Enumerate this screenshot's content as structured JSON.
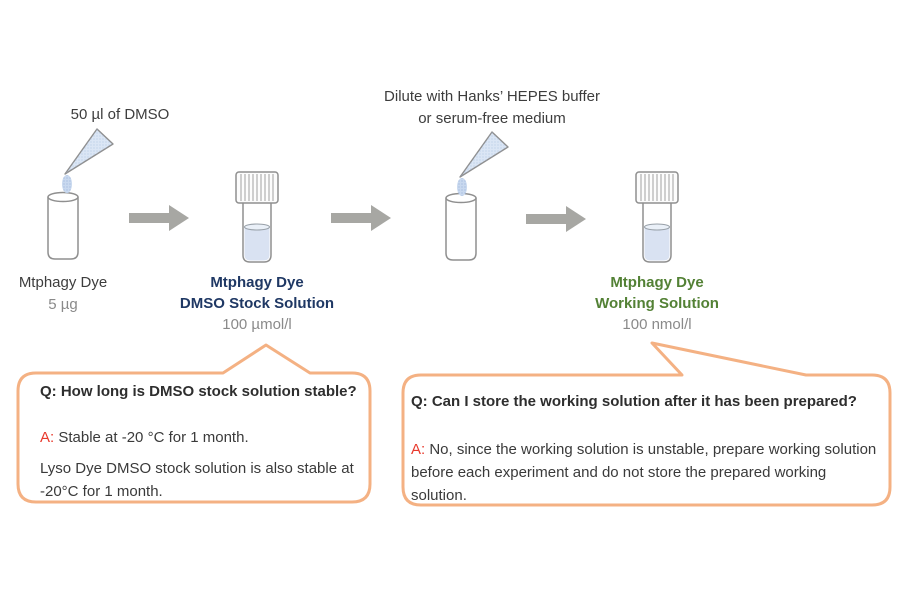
{
  "diagram": {
    "step1": {
      "pipette_label": "50 µl of DMSO",
      "name": "Mtphagy Dye",
      "amount": "5 µg"
    },
    "step2": {
      "name_line1": "Mtphagy Dye",
      "name_line2": "DMSO Stock Solution",
      "concentration": "100 µmol/l"
    },
    "step3": {
      "instruction_line1": "Dilute with Hanks’ HEPES buffer",
      "instruction_line2": "or serum-free medium"
    },
    "step4": {
      "name_line1": "Mtphagy Dye",
      "name_line2": "Working Solution",
      "concentration": "100 nmol/l"
    }
  },
  "bubbles": {
    "left": {
      "question": "Q: How long is DMSO stock solution stable?",
      "answer_prefix": "A:",
      "answer": "Stable at -20 °C for 1 month.",
      "note": "Lyso Dye DMSO stock solution is also stable at -20°C for 1 month."
    },
    "right": {
      "question": "Q: Can I store the working solution after it has been prepared?",
      "answer_prefix": "A:",
      "answer": "No, since the working solution is unstable, prepare working solution before each experiment and do not store the prepared working solution."
    }
  },
  "icons": {
    "pipette": "pipette-icon",
    "open_vial": "open-vial-icon",
    "capped_vial": "capped-vial-icon",
    "arrow": "right-arrow-icon"
  },
  "colors": {
    "stock_solution_text": "#1f3864",
    "working_solution_text": "#538135",
    "muted_text": "#8a8a8a",
    "answer_prefix_red": "#e8392c",
    "bubble_border": "#f4b183",
    "arrow_gray": "#a7a7a3",
    "vial_outline": "#8f8f8f",
    "liquid_blue": "#d9e2f2"
  }
}
